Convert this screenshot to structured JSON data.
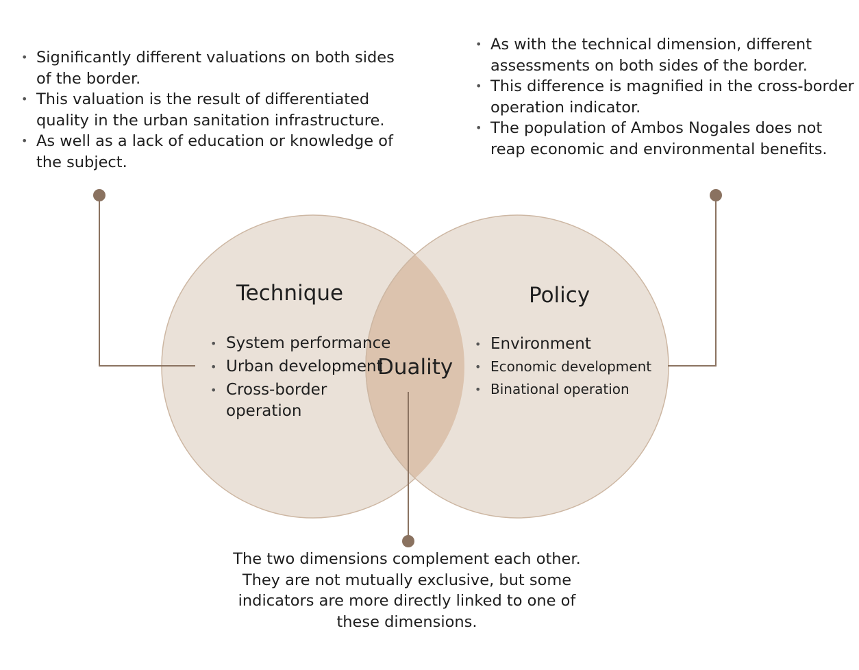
{
  "colors": {
    "circle_fill": "#eae1d8",
    "circle_stroke": "#cdb7a3",
    "overlap_fill": "#dcc3ae",
    "connector": "#8a7260"
  },
  "left_note": {
    "bullets": [
      "Significantly different valuations on both sides of the border.",
      "This valuation is the result of differentiated quality in the urban sanitation infrastructure.",
      "As well as a lack of education or knowledge of the subject."
    ]
  },
  "right_note": {
    "bullets": [
      "As with the technical dimension, different assessments on both sides of the border.",
      "This difference is magnified in the cross-border operation indicator.",
      "The population of Ambos Nogales does not reap economic and environmental benefits."
    ]
  },
  "technique": {
    "title": "Technique",
    "items": [
      "System performance",
      "Urban development",
      "Cross-border operation"
    ]
  },
  "policy": {
    "title": "Policy",
    "items": [
      "Environment",
      "Economic development",
      "Binational operation"
    ]
  },
  "duality": {
    "label": "Duality"
  },
  "bottom_note": {
    "text": "The two dimensions complement each other. They are not mutually exclusive, but some indicators are more directly linked to one of these dimensions."
  }
}
